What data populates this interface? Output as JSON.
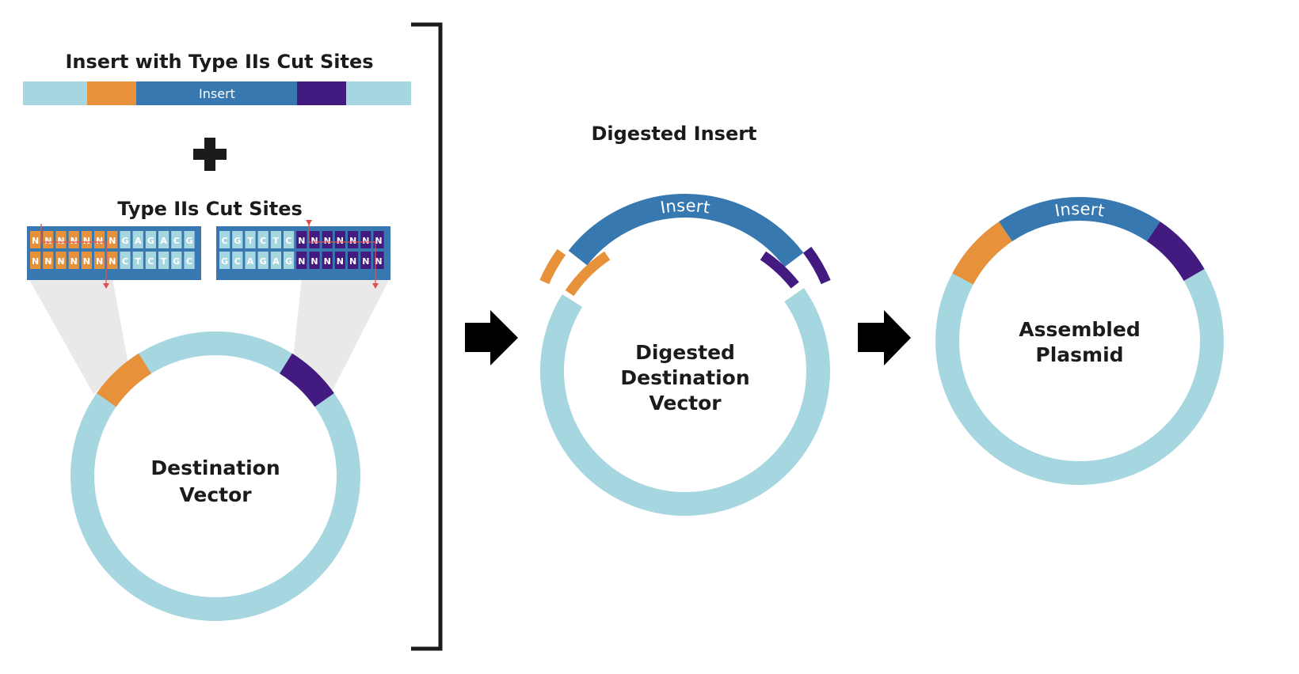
{
  "colors": {
    "backbone": "#a6d6df",
    "orange": "#e7923a",
    "insert_blue": "#3778b0",
    "purple": "#431a7f",
    "arrow": "#000000",
    "cut_marker": "#e05050",
    "shade": "#e9e9e9"
  },
  "panel_left": {
    "insert_title": "Insert with Type IIs Cut Sites",
    "insert_label": "Insert",
    "plus_icon": "plus-icon",
    "cut_sites_title": "Type IIs Cut Sites",
    "left_site": {
      "top": [
        "N",
        "N",
        "N",
        "N",
        "N",
        "N",
        "N",
        "G",
        "A",
        "G",
        "A",
        "C",
        "G"
      ],
      "bottom": [
        "N",
        "N",
        "N",
        "N",
        "N",
        "N",
        "N",
        "C",
        "T",
        "C",
        "T",
        "G",
        "C"
      ]
    },
    "right_site": {
      "top": [
        "C",
        "G",
        "T",
        "C",
        "T",
        "C",
        "N",
        "N",
        "N",
        "N",
        "N",
        "N",
        "N"
      ],
      "bottom": [
        "G",
        "C",
        "A",
        "G",
        "A",
        "G",
        "N",
        "N",
        "N",
        "N",
        "N",
        "N",
        "N"
      ]
    },
    "vector_label_line1": "Destination",
    "vector_label_line2": "Vector"
  },
  "panel_middle": {
    "title": "Digested Insert",
    "insert_label": "Insert",
    "vector_label_line1": "Digested",
    "vector_label_line2": "Destination",
    "vector_label_line3": "Vector"
  },
  "panel_right": {
    "insert_label": "Insert",
    "plasmid_label_line1": "Assembled",
    "plasmid_label_line2": "Plasmid"
  },
  "icons": [
    "plus-icon",
    "right-arrow-icon",
    "right-arrow-icon",
    "bracket"
  ]
}
